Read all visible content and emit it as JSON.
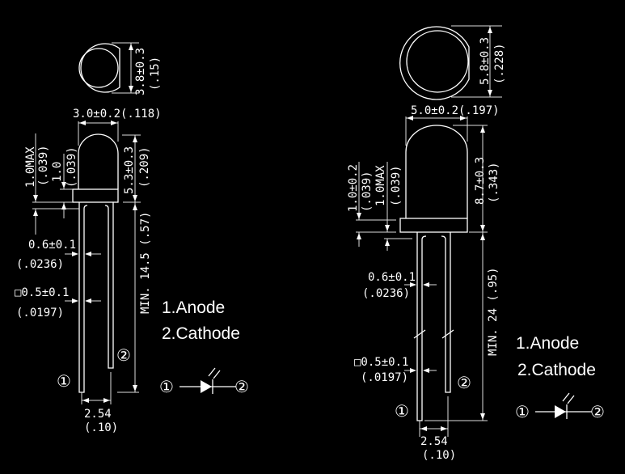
{
  "led_3mm": {
    "top_diameter": "3.8±0.3",
    "top_diameter_in": "(.15)",
    "body_width": "3.0±0.2(.118)",
    "body_height": "5.3±0.3",
    "body_height_in": "(.209)",
    "flange_max": "1.0MAX",
    "flange_max_in": "(.039)",
    "flange": "1.0",
    "flange_in": "(.039)",
    "lead_width": "0.6±0.1",
    "lead_width_in": "(.0236)",
    "lead_square": "□0.5±0.1",
    "lead_square_in": "(.0197)",
    "lead_length": "MIN. 14.5 (.57)",
    "pitch": "2.54",
    "pitch_in": "(.10)",
    "pin1": "①",
    "pin2": "②"
  },
  "led_5mm": {
    "top_diameter": "5.8±0.3",
    "top_diameter_in": "(.228)",
    "body_width": "5.0±0.2(.197)",
    "body_height": "8.7±0.3",
    "body_height_in": "(.343)",
    "flange": "1.0±0.2",
    "flange_in": "(.039)",
    "flange_max": "1.0MAX",
    "flange_max_in": "(.039)",
    "lead_width": "0.6±0.1",
    "lead_width_in": "(.0236)",
    "lead_square": "□0.5±0.1",
    "lead_square_in": "(.0197)",
    "lead_length": "MIN. 24 (.95)",
    "pitch": "2.54",
    "pitch_in": "(.10)",
    "pin1": "①",
    "pin2": "②"
  },
  "legend": {
    "anode": "1.Anode",
    "cathode": "2.Cathode",
    "pin1": "①",
    "pin2": "②"
  }
}
